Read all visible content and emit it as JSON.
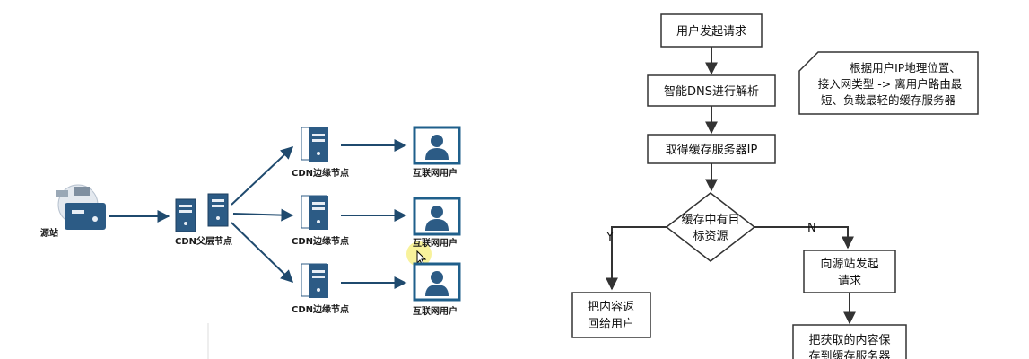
{
  "cdn_diagram": {
    "origin_label": "源站",
    "parent_label": "CDN父层节点",
    "edge_nodes": [
      {
        "label": "CDN边缘节点",
        "user_label": "互联网用户"
      },
      {
        "label": "CDN边缘节点",
        "user_label": "互联网用户"
      },
      {
        "label": "CDN边缘节点",
        "user_label": "互联网用户"
      }
    ]
  },
  "flowchart": {
    "step1": "用户发起请求",
    "step2": "智能DNS进行解析",
    "step3": "取得缓存服务器IP",
    "decision": [
      "缓存中有目",
      "标资源"
    ],
    "branch_yes": "Y",
    "branch_no": "N",
    "yes_action": [
      "把内容返",
      "回给用户"
    ],
    "no_action": [
      "向源站发起",
      "请求"
    ],
    "save_action": [
      "把获取的内容保",
      "存到缓存服务器"
    ],
    "note": [
      "根据用户IP地理位置、",
      "接入网类型 -> 离用户路由最",
      "短、负载最轻的缓存服务器"
    ]
  },
  "colors": {
    "server_body": "#2c5b85",
    "arrow": "#1f4a6e",
    "user_border": "#1f5f8b",
    "box_border": "#333333"
  }
}
